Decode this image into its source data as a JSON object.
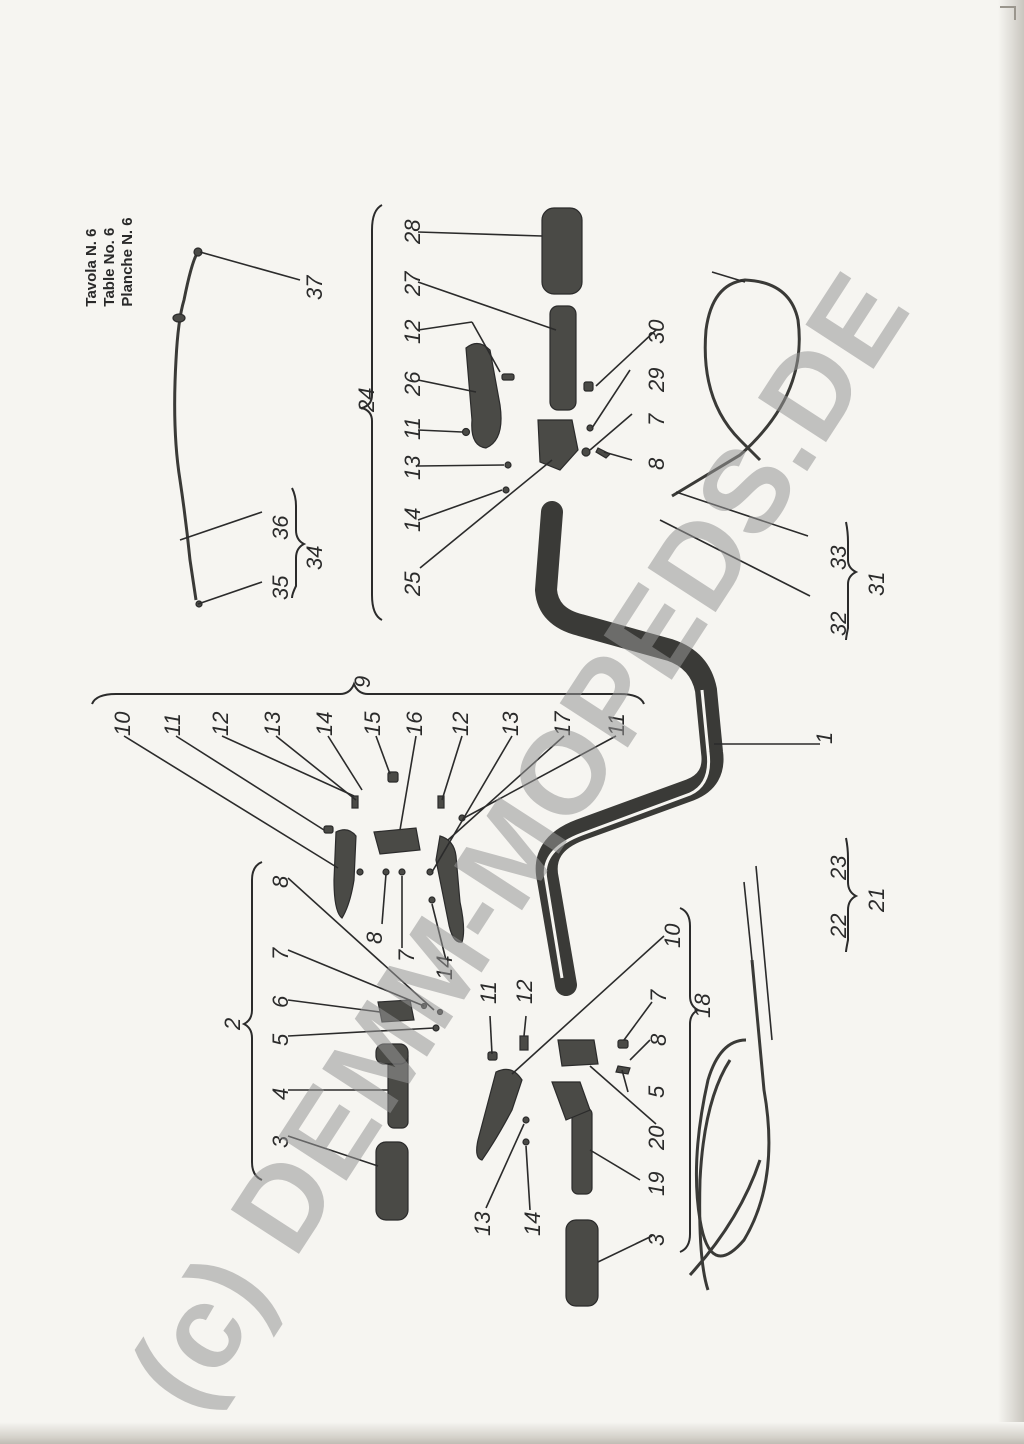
{
  "caption": {
    "line1": "Tavola N. 6",
    "line2": "Table No. 6",
    "line3": "Planche N. 6"
  },
  "watermark": "(c) DEMM-MOPEDS.DE",
  "callouts": {
    "c1": "1",
    "c2": "2",
    "c3a": "3",
    "c4": "4",
    "c5a": "5",
    "c6": "6",
    "c7a": "7",
    "c8a": "8",
    "c9": "9",
    "c10a": "10",
    "c11a": "11",
    "c12a": "12",
    "c13a": "13",
    "c14a": "14",
    "c15": "15",
    "c16": "16",
    "c12b": "12",
    "c13b": "13",
    "c17": "17",
    "c11b": "11",
    "c8b": "8",
    "c7b": "7",
    "c14b": "14",
    "c10b": "10",
    "c11c": "11",
    "c12c": "12",
    "c7c": "7",
    "c8c": "8",
    "c5b": "5",
    "c18": "18",
    "c20": "20",
    "c19": "19",
    "c13c": "13",
    "c14c": "14",
    "c3b": "3",
    "c21": "21",
    "c22": "22",
    "c23": "23",
    "c24": "24",
    "c25": "25",
    "c14d": "14",
    "c13d": "13",
    "c11d": "11",
    "c26": "26",
    "c12d": "12",
    "c27": "27",
    "c28": "28",
    "c30": "30",
    "c29": "29",
    "c7d": "7",
    "c8d": "8",
    "c31": "31",
    "c32": "32",
    "c33": "33",
    "c34": "34",
    "c35": "35",
    "c36": "36",
    "c37": "37"
  }
}
